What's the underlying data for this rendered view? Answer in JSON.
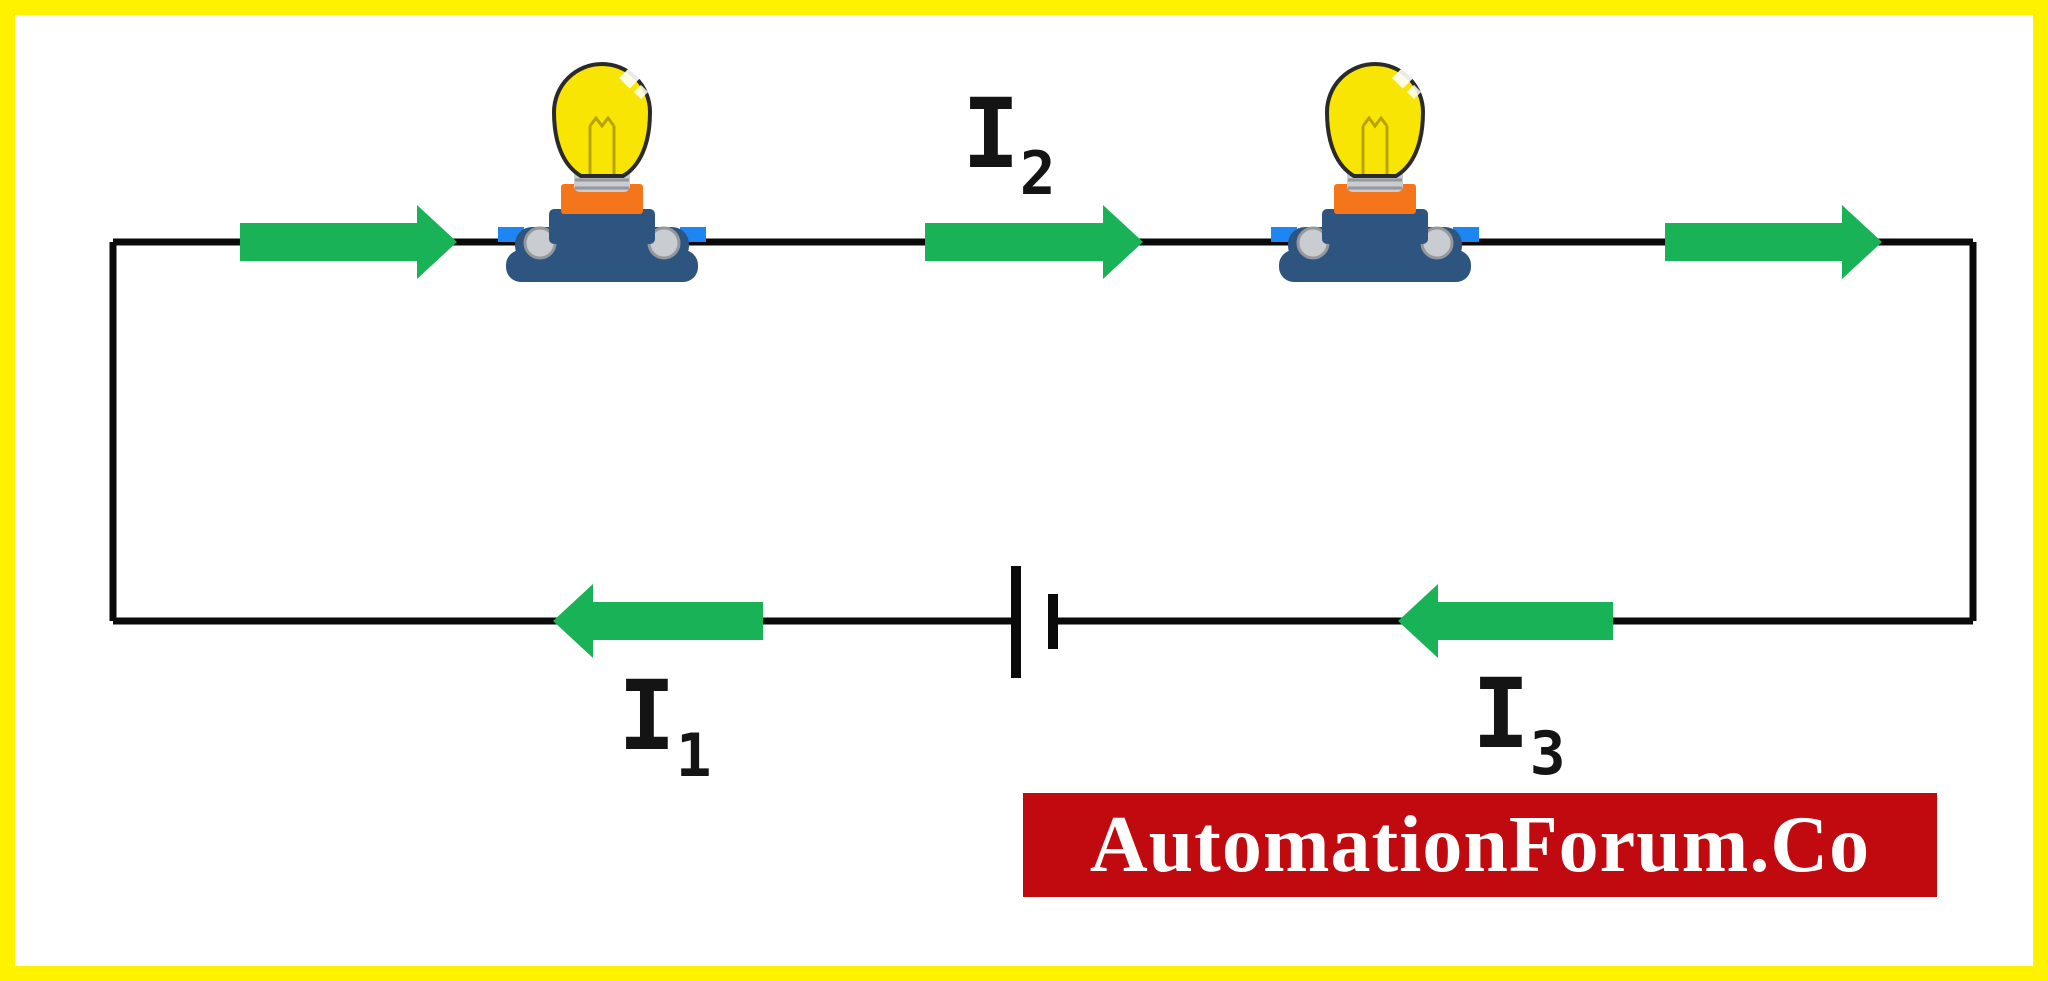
{
  "diagram": {
    "kind": "series-circuit",
    "description": "Series circuit loop: two lamps on the top wire, one cell on the bottom wire, green arrows showing current direction around the loop",
    "components": [
      {
        "id": "lamp-1",
        "type": "incandescent-lamp-in-holder",
        "position": "top wire, left"
      },
      {
        "id": "lamp-2",
        "type": "incandescent-lamp-in-holder",
        "position": "top wire, right"
      },
      {
        "id": "battery-cell",
        "type": "cell-symbol-long-short-plate",
        "position": "bottom wire, center"
      }
    ],
    "currents": [
      {
        "id": "I1",
        "label_base": "I",
        "label_sub": "1",
        "arrow_direction": "left",
        "position": "bottom wire, left of cell"
      },
      {
        "id": "I2",
        "label_base": "I",
        "label_sub": "2",
        "arrow_direction": "right",
        "position": "top wire, between lamps"
      },
      {
        "id": "I3",
        "label_base": "I",
        "label_sub": "3",
        "arrow_direction": "left",
        "position": "bottom wire, right of cell"
      }
    ],
    "extra_arrows": [
      {
        "arrow_direction": "right",
        "position": "top wire, left of lamp-1"
      },
      {
        "arrow_direction": "right",
        "position": "top wire, right of lamp-2"
      }
    ]
  },
  "watermark": {
    "text": "AutomationForum.Co"
  },
  "colors": {
    "frame-yellow": "#FFF200",
    "wire-black": "#0A0A0A",
    "arrow-green": "#1AB256",
    "label-black": "#141414",
    "watermark-red": "#C00A10",
    "watermark-white": "#FFFFFF",
    "bulb-yellow": "#F8E504",
    "bulb-outline": "#2A2A2A",
    "filament-olive": "#A08C00",
    "collar-orange": "#F5761A",
    "holder-blue": "#2E5480",
    "tab-blue": "#1E86F2",
    "metal-gray": "#C9CCD0",
    "metal-gray-dark": "#94989D"
  }
}
